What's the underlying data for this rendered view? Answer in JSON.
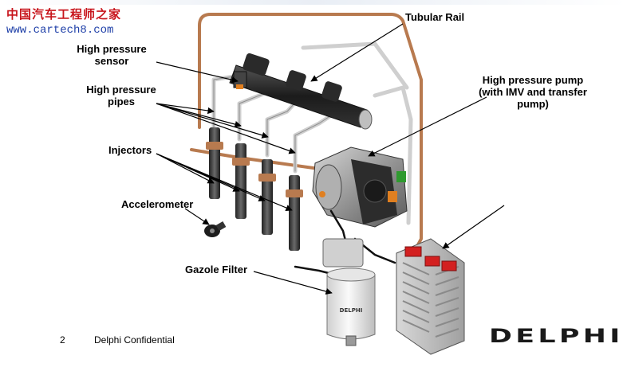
{
  "watermark": {
    "chinese": "中国汽车工程师之家",
    "url": "www.cartech8.com"
  },
  "labels": {
    "tubular_rail": "Tubular Rail",
    "hp_sensor_line1": "High pressure",
    "hp_sensor_line2": "sensor",
    "hp_pipes_line1": "High pressure",
    "hp_pipes_line2": "pipes",
    "injectors": "Injectors",
    "accelerometer": "Accelerometer",
    "gazole_filter": "Gazole Filter",
    "pump_line1": "High pressure pump",
    "pump_line2": "(with IMV and transfer",
    "pump_line3": "pump)"
  },
  "footer": {
    "page_number": "2",
    "confidential": "Delphi Confidential"
  },
  "logo": {
    "text": "DELPHI"
  },
  "colors": {
    "copper": "#b87a4f",
    "tube": "#d0d0d0",
    "rail_dark": "#222222",
    "injector": "#3a3a3a",
    "connector_red": "#d32020",
    "connector_green": "#2f9a2f",
    "pump_body": "#8f8f8f",
    "ecu_body": "#b8b8b8"
  }
}
